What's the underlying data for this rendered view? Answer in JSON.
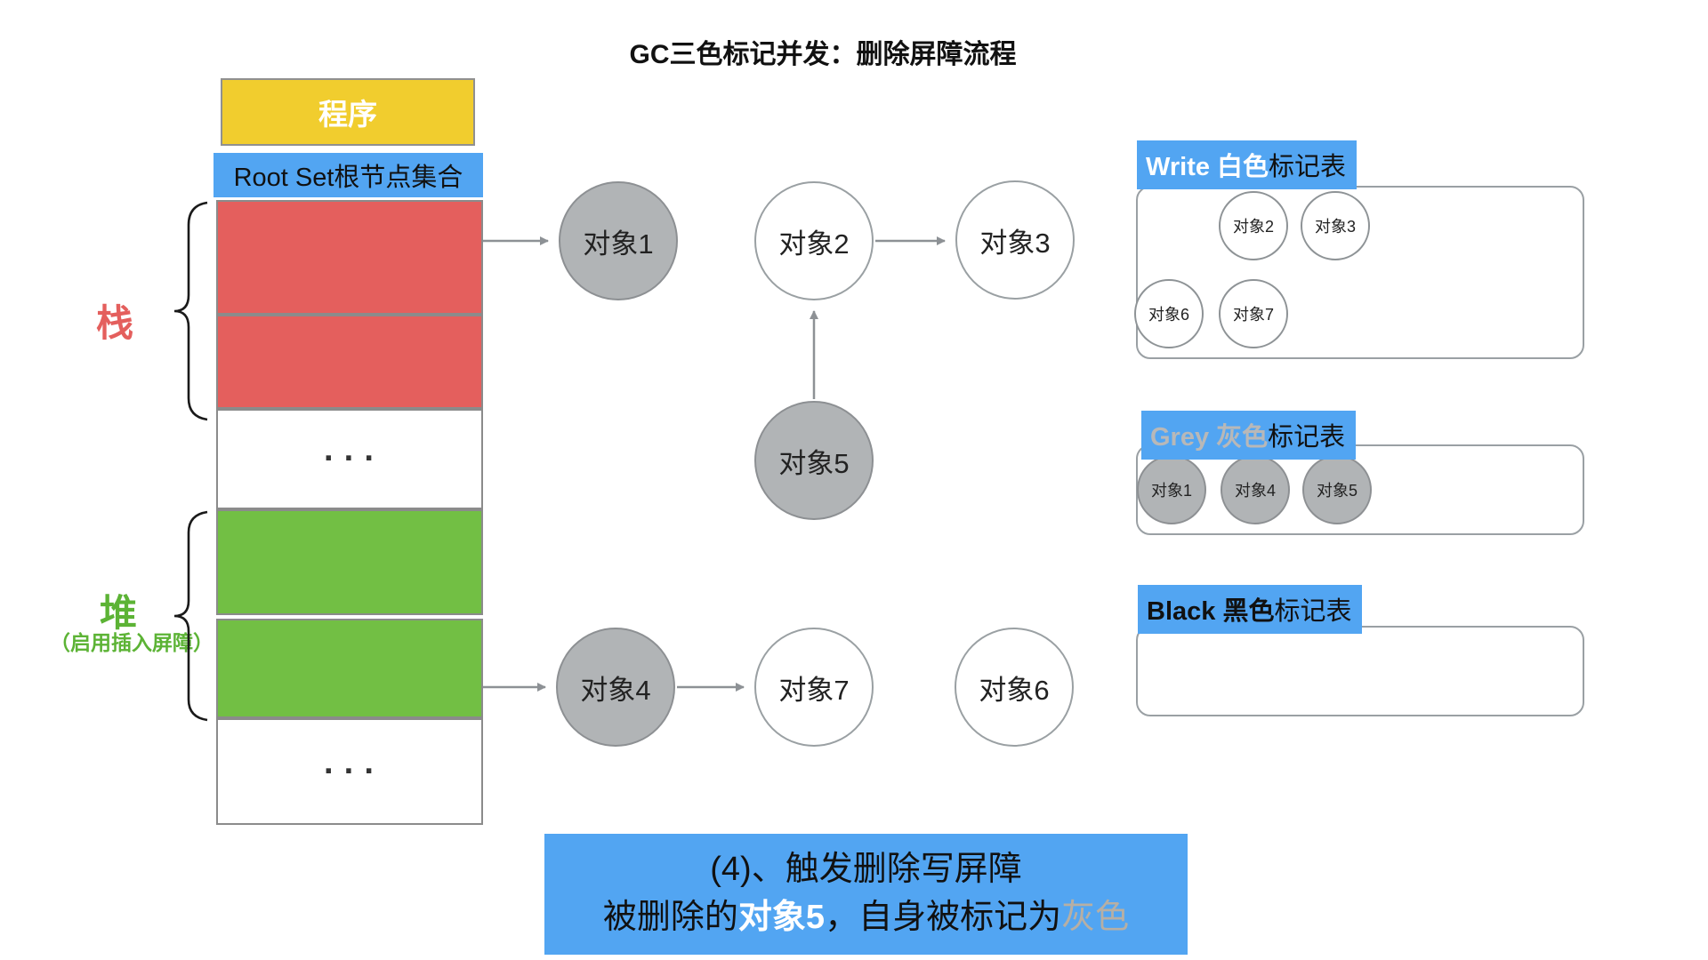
{
  "title": "GC三色标记并发：删除屏障流程",
  "memory": {
    "program_label": "程序",
    "root_set_label": "Root Set根节点集合",
    "stack_label": "栈",
    "heap_label": "堆",
    "heap_note": "（启用插入屏障）",
    "ellipsis_top": "···",
    "ellipsis_bottom": "···"
  },
  "graph": {
    "nodes": [
      {
        "id": "obj1",
        "label": "对象1",
        "color": "grey"
      },
      {
        "id": "obj2",
        "label": "对象2",
        "color": "white"
      },
      {
        "id": "obj3",
        "label": "对象3",
        "color": "white"
      },
      {
        "id": "obj5",
        "label": "对象5",
        "color": "grey"
      },
      {
        "id": "obj4",
        "label": "对象4",
        "color": "grey"
      },
      {
        "id": "obj7",
        "label": "对象7",
        "color": "white"
      },
      {
        "id": "obj6",
        "label": "对象6",
        "color": "white"
      }
    ],
    "edges": [
      {
        "from": "root-stack",
        "to": "obj1"
      },
      {
        "from": "obj2",
        "to": "obj3"
      },
      {
        "from": "obj5",
        "to": "obj2"
      },
      {
        "from": "root-heap",
        "to": "obj4"
      },
      {
        "from": "obj4",
        "to": "obj7"
      }
    ]
  },
  "tables": {
    "white": {
      "title_accent": "Write 白色",
      "title_rest": "标记表",
      "items": [
        "对象2",
        "对象3",
        "对象6",
        "对象7"
      ]
    },
    "grey": {
      "title_accent": "Grey 灰色",
      "title_rest": "标记表",
      "items": [
        "对象1",
        "对象4",
        "对象5"
      ]
    },
    "black": {
      "title_accent": "Black 黑色",
      "title_rest": "标记表",
      "items": []
    }
  },
  "caption": {
    "line1": "(4)、触发删除写屏障",
    "line2": [
      {
        "text": "被删除的",
        "emphasis": "normal"
      },
      {
        "text": "对象5",
        "emphasis": "white-bold"
      },
      {
        "text": "，自身被标记为",
        "emphasis": "normal"
      },
      {
        "text": "灰色",
        "emphasis": "grey"
      }
    ]
  },
  "colors": {
    "accent_blue": "#52a5f2",
    "program_yellow": "#f1cd2e",
    "stack_red": "#e45f5d",
    "heap_green": "#72bf44",
    "object_grey": "#b1b4b6",
    "grey_label_text": "#b8b8b8"
  }
}
